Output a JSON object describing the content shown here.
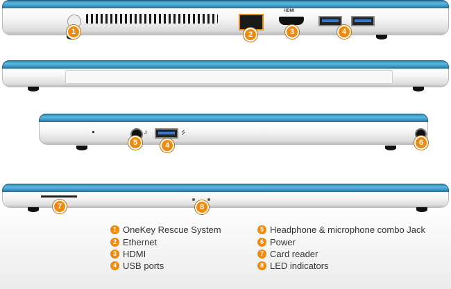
{
  "callouts": [
    "1",
    "2",
    "3",
    "4",
    "5",
    "6",
    "7",
    "8"
  ],
  "port_labels": {
    "hdmi": "HDMI",
    "usb_symbol": "⭍",
    "headphone_symbol": "♫"
  },
  "legend": [
    {
      "num": "1",
      "label": "OneKey Rescue System"
    },
    {
      "num": "2",
      "label": "Ethernet"
    },
    {
      "num": "3",
      "label": "HDMI"
    },
    {
      "num": "4",
      "label": "USB ports"
    },
    {
      "num": "5",
      "label": "Headphone & microphone combo Jack"
    },
    {
      "num": "6",
      "label": "Power"
    },
    {
      "num": "7",
      "label": "Card reader"
    },
    {
      "num": "8",
      "label": "LED indicators"
    }
  ],
  "colors": {
    "accent": "#f08a0c",
    "lid": "#3b96c2"
  }
}
